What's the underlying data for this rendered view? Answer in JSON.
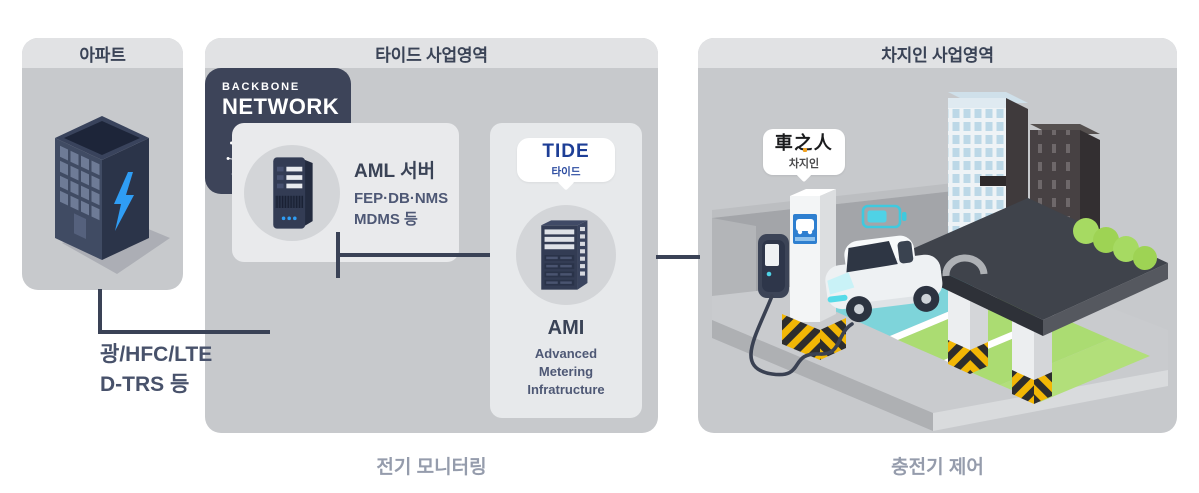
{
  "panels": {
    "apartment": {
      "title": "아파트"
    },
    "tide": {
      "title": "타이드 사업영역",
      "caption": "전기 모니터링",
      "aml_server": {
        "title": "AML 서버",
        "lines": [
          "FEP·DB·NMS",
          "MDMS 등"
        ]
      },
      "tide_badge": {
        "logo": "TIDE",
        "sub": "타이드"
      },
      "ami": {
        "title": "AMI",
        "lines": [
          "Advanced",
          "Metering",
          "Infratructure"
        ]
      },
      "backbone": {
        "line1": "BACKBONE",
        "line2": "NETWORK"
      }
    },
    "chargein": {
      "title": "차지인 사업영역",
      "caption": "충전기 제어",
      "badge": {
        "logo": "車之人",
        "sub": "차지인"
      }
    }
  },
  "connector_label": {
    "line1": "광/HFC/LTE",
    "line2": "D-TRS 등"
  },
  "colors": {
    "panel_body": "#c7c9cc",
    "panel_header": "#e1e2e4",
    "dark_navy": "#3a4256",
    "lightning_blue": "#2f9df4",
    "tide_blue": "#1d3e96",
    "backbone_box": "#3d4459",
    "hazard_yellow": "#f2b705",
    "stall_green": "#abdc72",
    "bay_teal": "#7ed4da",
    "battery_cyan": "#4fd2e6",
    "caption_gray": "#959cac"
  }
}
